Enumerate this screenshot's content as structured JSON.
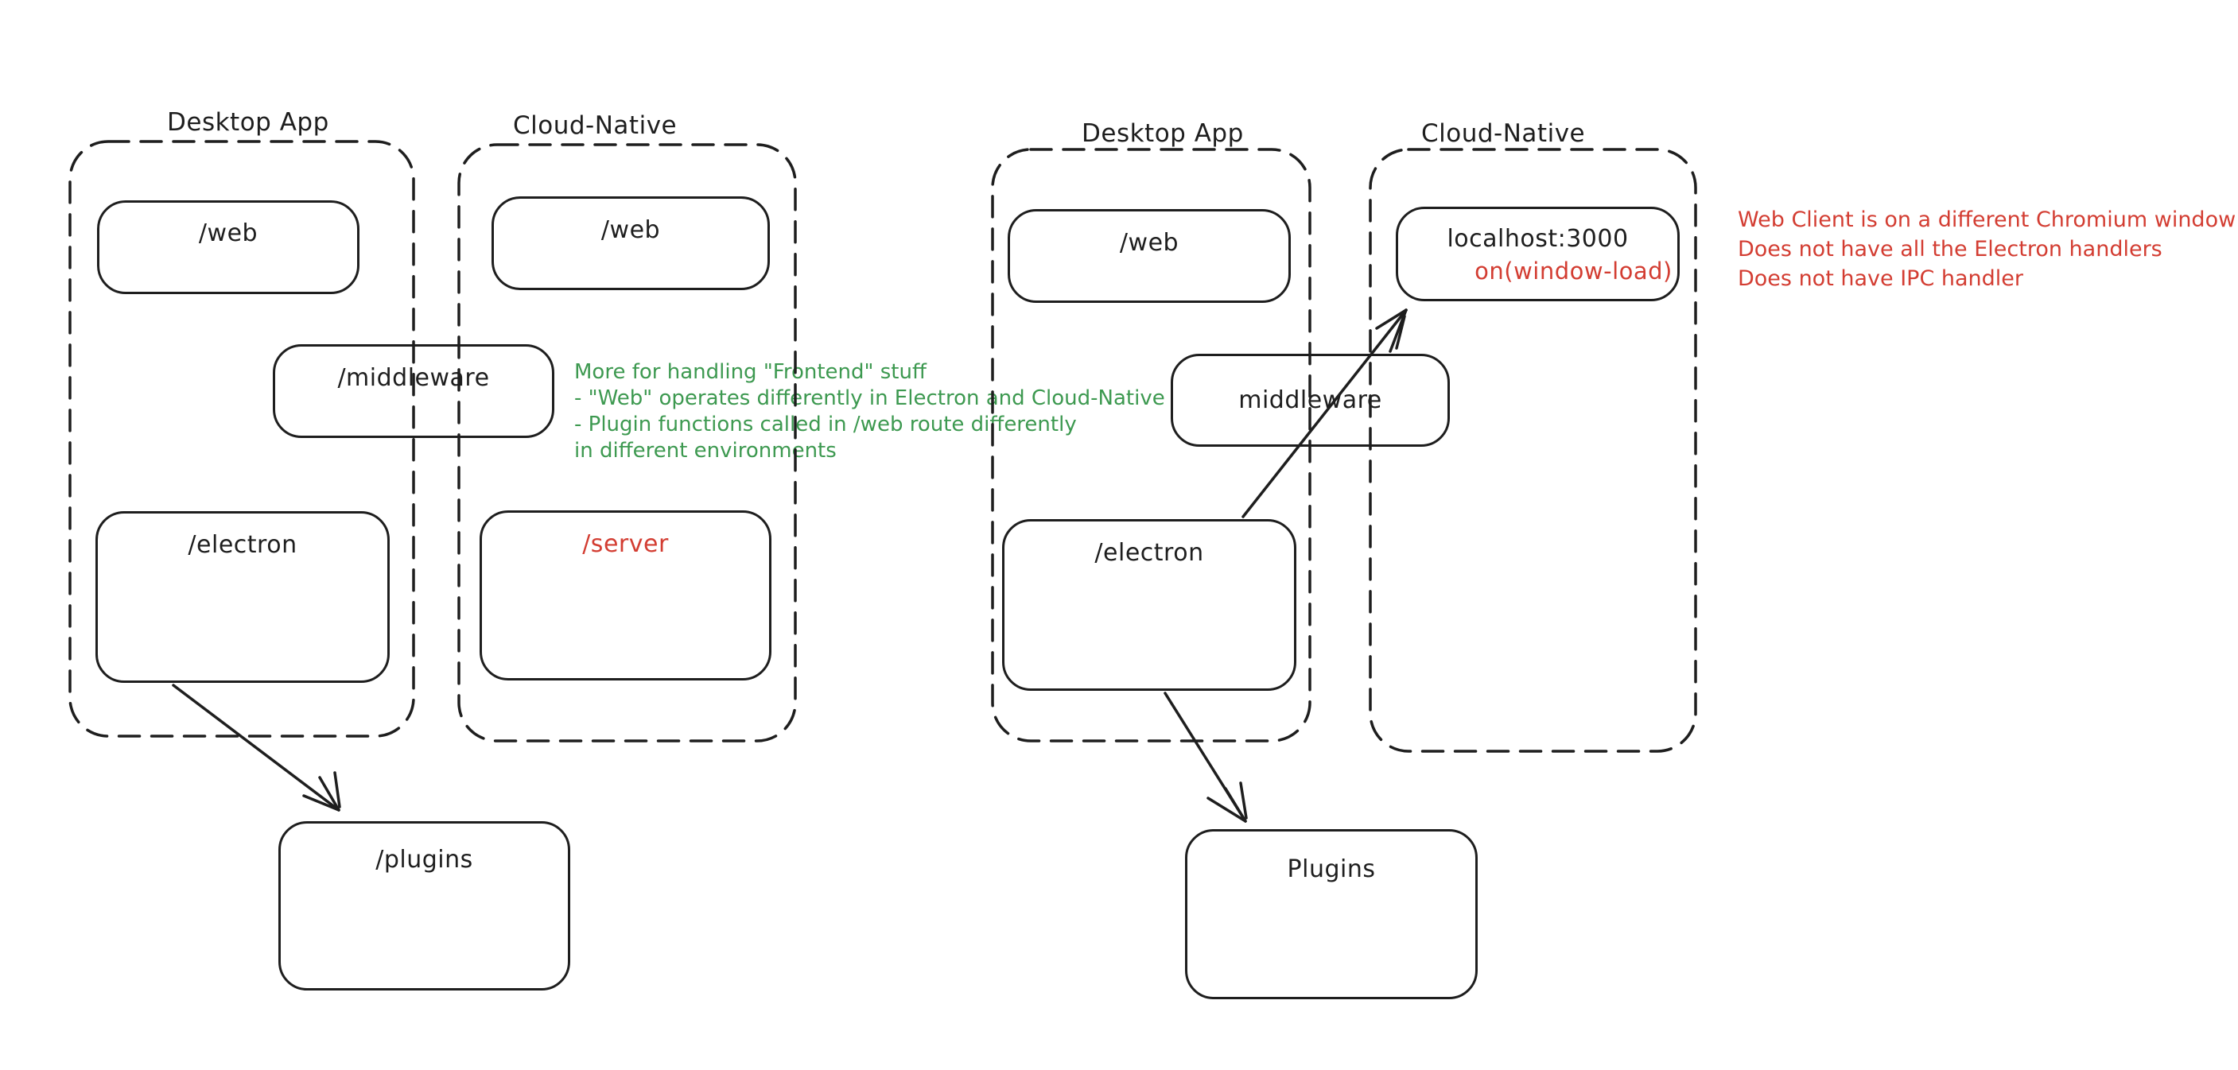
{
  "canvas": {
    "background": "#ffffff",
    "stroke_color": "#1e1e1e",
    "green": "#3d9950",
    "red": "#d33d32"
  },
  "left": {
    "desktop_app_label": "Desktop App",
    "cloud_native_label": "Cloud-Native",
    "web_desktop": "/web",
    "web_cloud": "/web",
    "middleware": "/middleware",
    "electron": "/electron",
    "server": "/server",
    "plugins": "/plugins",
    "green_note_lines": [
      "More for handling \"Frontend\" stuff",
      "- \"Web\" operates differently in Electron and Cloud-Native",
      "- Plugin functions called in /web route differently",
      "in different environments"
    ]
  },
  "right": {
    "desktop_app_label": "Desktop App",
    "cloud_native_label": "Cloud-Native",
    "web": "/web",
    "middleware": "middleware",
    "electron": "/electron",
    "localhost": "localhost:3000",
    "window_load": "on(window-load)",
    "plugins": "Plugins",
    "red_note_lines": [
      "Web Client is on a different Chromium window",
      "Does not have all the Electron handlers",
      "Does not have IPC handler"
    ]
  }
}
